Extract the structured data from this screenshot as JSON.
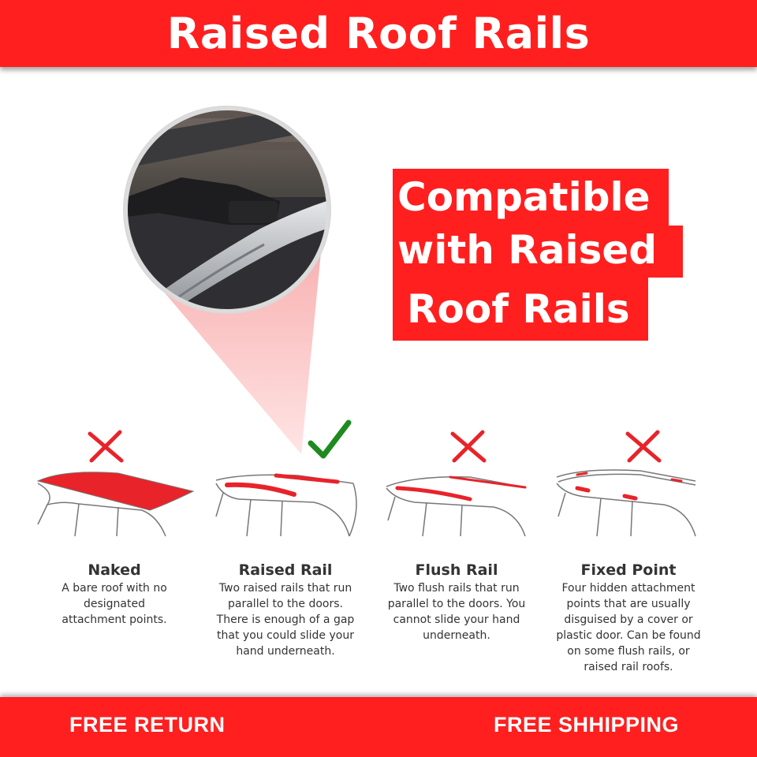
{
  "header": {
    "title": "Raised Roof Rails"
  },
  "headline": {
    "line1": "Compatible",
    "line2": "with Raised",
    "line3": "Roof Rails"
  },
  "roof_types": [
    {
      "name": "Naked",
      "description": "A bare roof with no designated attachment points.",
      "compatible": false
    },
    {
      "name": "Raised Rail",
      "description": "Two raised rails that run parallel to the doors. There is enough of a gap that you could slide your hand underneath.",
      "compatible": true
    },
    {
      "name": "Flush Rail",
      "description": "Two flush rails that run parallel to the doors. You cannot slide your hand underneath.",
      "compatible": false
    },
    {
      "name": "Fixed Point",
      "description": "Four hidden attachment points that are usually disguised by a cover or plastic door. Can be found on some flush rails, or raised rail roofs.",
      "compatible": false
    }
  ],
  "footer": {
    "left": "FREE RETURN",
    "right": "FREE SHHIPPING"
  },
  "colors": {
    "brand_red": "#ff1f1f",
    "check_green": "#1f8a1f",
    "cross_red": "#e8232a",
    "rail_red": "#e8232a"
  },
  "icons": {
    "incompatible": "cross-icon",
    "compatible": "checkmark-icon"
  }
}
